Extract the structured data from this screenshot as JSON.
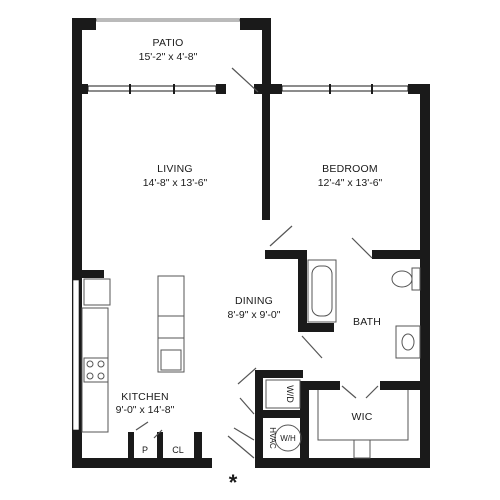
{
  "rooms": {
    "patio": {
      "name": "PATIO",
      "dims": "15'-2\" x 4'-8\""
    },
    "living": {
      "name": "LIVING",
      "dims": "14'-8\" x 13'-6\""
    },
    "bedroom": {
      "name": "BEDROOM",
      "dims": "12'-4\" x 13'-6\""
    },
    "dining": {
      "name": "DINING",
      "dims": "8'-9\" x 9'-0\""
    },
    "kitchen": {
      "name": "KITCHEN",
      "dims": "9'-0\" x 14'-8\""
    },
    "bath": {
      "name": "BATH"
    },
    "wic": {
      "name": "WIC"
    },
    "pantry": {
      "name": "P"
    },
    "closet": {
      "name": "CL"
    },
    "hvac": {
      "name": "HVAC"
    },
    "water_heater": {
      "name": "W/H"
    },
    "washer_dryer": {
      "name": "W/D"
    }
  },
  "entry_marker": "*",
  "colors": {
    "wall": "#1a1a1a",
    "fixture": "#555555",
    "background": "#ffffff"
  }
}
